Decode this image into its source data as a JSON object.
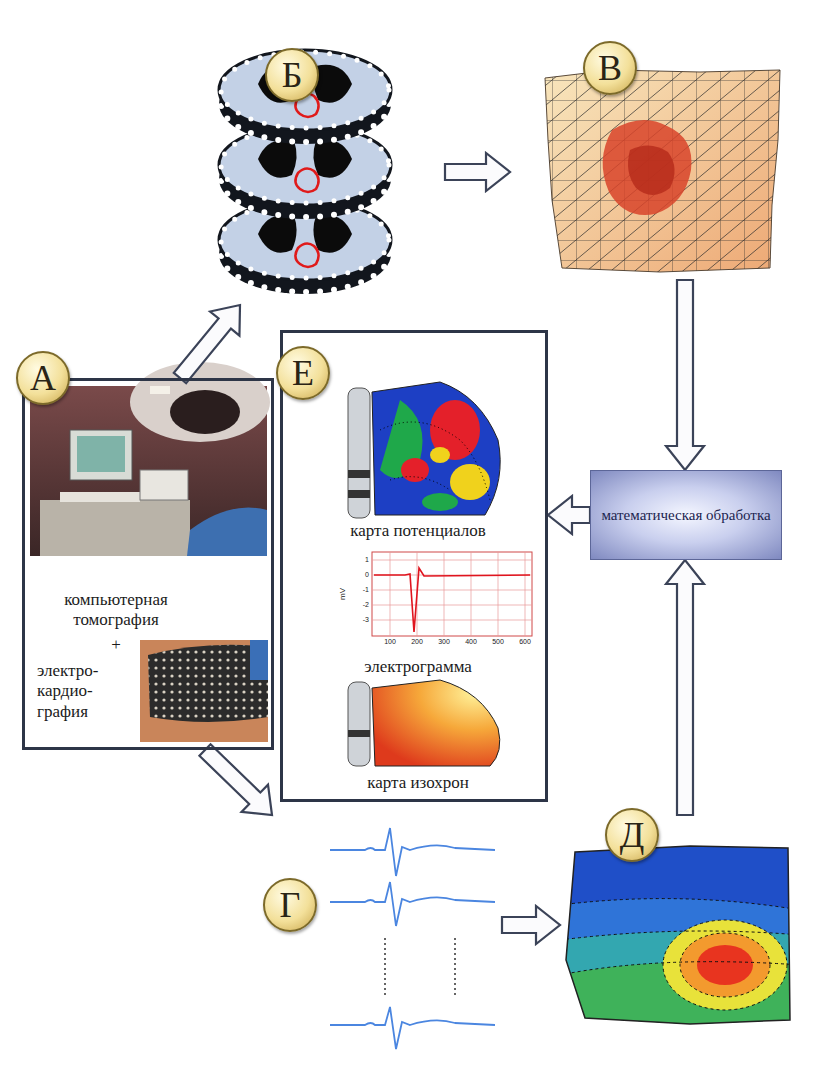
{
  "diagram": {
    "nodes": [
      {
        "text": [
          "Б"
        ]
      },
      {
        "text": [
          "В"
        ]
      },
      {
        "text": [
          "А",
          "компьютерная томография",
          "+",
          "электро- кардио- графия"
        ]
      },
      {
        "text": [
          "Е",
          "карта потенциалов",
          "электрограмма",
          "карта изохрон"
        ]
      },
      {
        "text": [
          "математическая обработка"
        ]
      },
      {
        "text": [
          "Г"
        ]
      },
      {
        "text": [
          "Д"
        ]
      }
    ],
    "edges": [
      {
        "from": 2,
        "to": 0,
        "arrow": "to"
      },
      {
        "from": 0,
        "to": 1,
        "arrow": "to"
      },
      {
        "from": 1,
        "to": 4,
        "arrow": "to"
      },
      {
        "from": 6,
        "to": 4,
        "arrow": "to"
      },
      {
        "from": 4,
        "to": 3,
        "arrow": "to"
      },
      {
        "from": 2,
        "to": 5,
        "arrow": "to"
      },
      {
        "from": 5,
        "to": 6,
        "arrow": "to"
      }
    ],
    "labels": [
      "mV",
      "1",
      "0",
      "-1",
      "-2",
      "-3",
      "100",
      "200",
      "300",
      "400",
      "500",
      "600"
    ]
  }
}
